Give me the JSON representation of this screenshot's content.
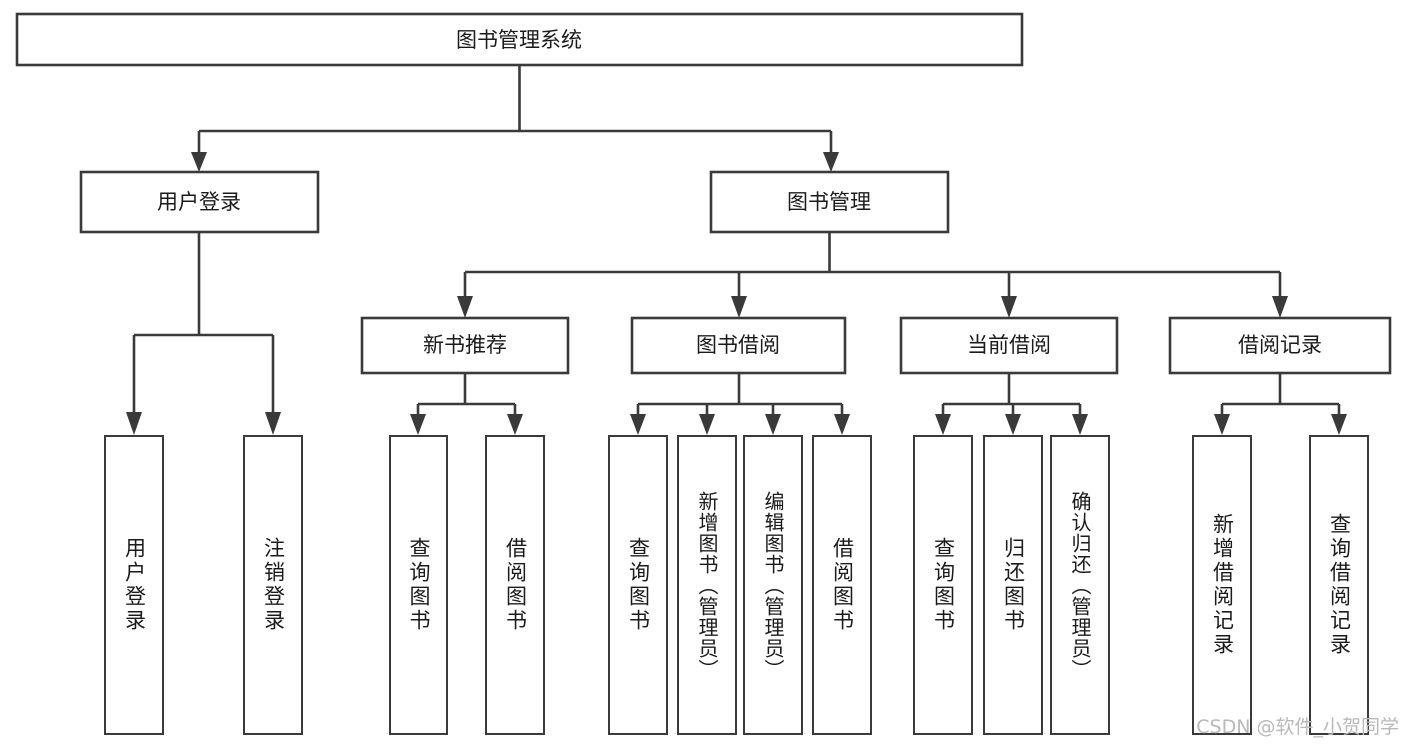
{
  "diagram": {
    "type": "tree-hierarchy",
    "title_node": {
      "label": "图书管理系统"
    },
    "level1": [
      {
        "id": "user-login",
        "label": "用户登录"
      },
      {
        "id": "book-manage",
        "label": "图书管理"
      }
    ],
    "level2": [
      {
        "id": "new-book-rec",
        "label": "新书推荐",
        "parent": "book-manage"
      },
      {
        "id": "book-borrow",
        "label": "图书借阅",
        "parent": "book-manage"
      },
      {
        "id": "current-borrow",
        "label": "当前借阅",
        "parent": "book-manage"
      },
      {
        "id": "borrow-record",
        "label": "借阅记录",
        "parent": "book-manage"
      }
    ],
    "leaves": {
      "user-login": [
        {
          "id": "leaf-user-login",
          "label": "用户登录"
        },
        {
          "id": "leaf-logout",
          "label": "注销登录"
        }
      ],
      "new-book-rec": [
        {
          "id": "leaf-query-book-1",
          "label": "查询图书"
        },
        {
          "id": "leaf-borrow-book-1",
          "label": "借阅图书"
        }
      ],
      "book-borrow": [
        {
          "id": "leaf-query-book-2",
          "label": "查询图书"
        },
        {
          "id": "leaf-add-book",
          "label": "新增图书（管理员）"
        },
        {
          "id": "leaf-edit-book",
          "label": "编辑图书（管理员）"
        },
        {
          "id": "leaf-borrow-book-2",
          "label": "借阅图书"
        }
      ],
      "current-borrow": [
        {
          "id": "leaf-query-book-3",
          "label": "查询图书"
        },
        {
          "id": "leaf-return-book",
          "label": "归还图书"
        },
        {
          "id": "leaf-confirm-return",
          "label": "确认归还（管理员）"
        }
      ],
      "borrow-record": [
        {
          "id": "leaf-add-record",
          "label": "新增借阅记录"
        },
        {
          "id": "leaf-query-record",
          "label": "查询借阅记录"
        }
      ]
    },
    "colors": {
      "stroke": "#3a3a3a",
      "fill": "#ffffff",
      "text": "#1b1b1b",
      "watermark": "#b9b9b9",
      "background": "#ffffff"
    }
  },
  "watermark": {
    "text": "CSDN @软件_小贺同学"
  }
}
